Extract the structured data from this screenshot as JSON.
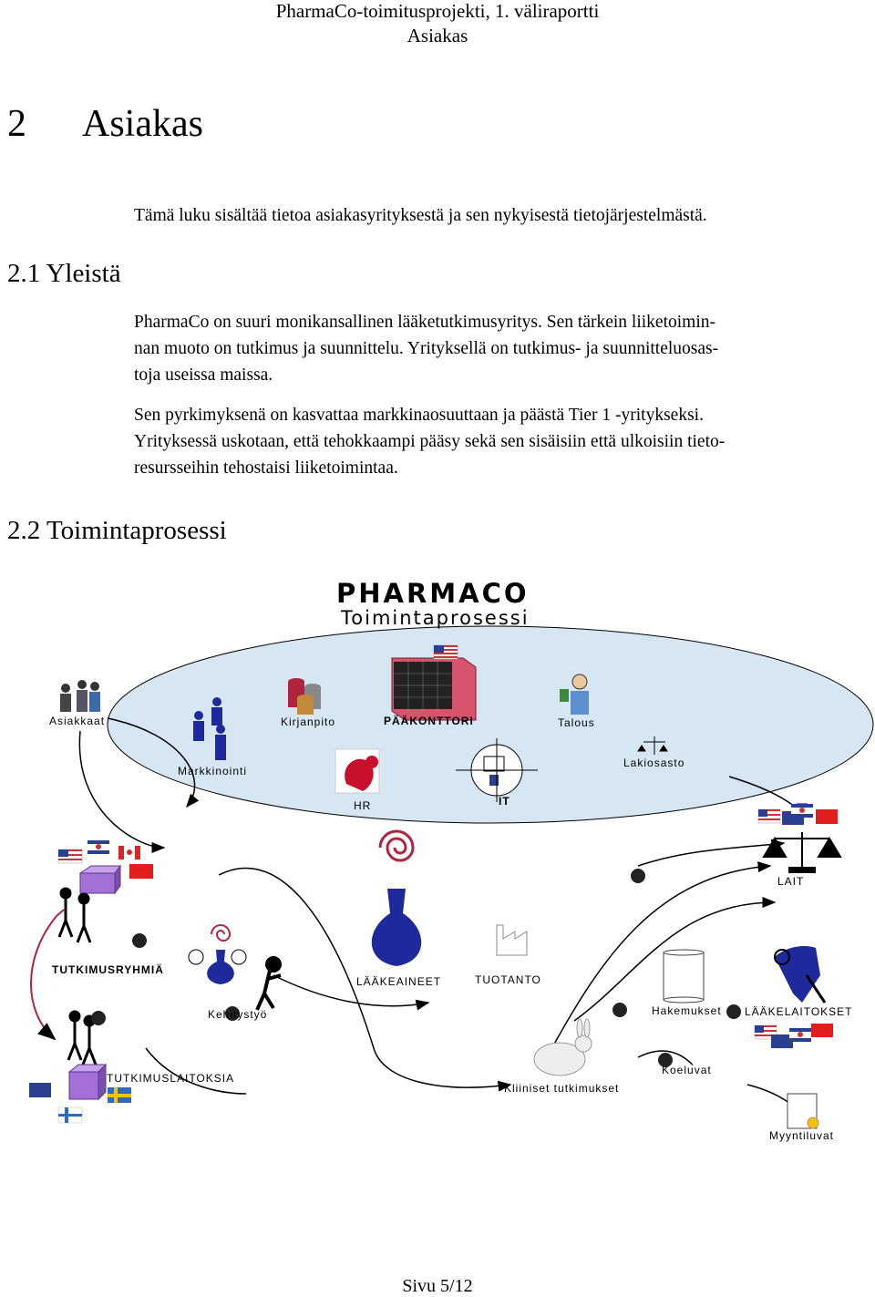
{
  "header": {
    "line1": "PharmaCo-toimitusprojekti, 1. väliraportti",
    "line2": "Asiakas"
  },
  "chapter": {
    "number": "2",
    "title": "Asiakas"
  },
  "intro": "Tämä luku sisältää tietoa asiakasyrityksestä ja sen nykyisestä tietojärjestelmästä.",
  "section1": {
    "number": "2.1",
    "title": "Yleistä",
    "para1_lines": [
      "PharmaCo on suuri monikansallinen lääketutkimusyritys. Sen tärkein liiketoimin-",
      "nan muoto on tutkimus ja suunnittelu. Yrityksellä on tutkimus- ja suunnitteluosas-",
      "toja useissa maissa."
    ],
    "para2_lines": [
      "Sen pyrkimyksenä on kasvattaa markkinaosuuttaan ja päästä Tier 1 -yritykseksi.",
      "Yrityksessä uskotaan, että tehokkaampi pääsy sekä sen sisäisiin että ulkoisiin tieto-",
      "resursseihin tehostaisi liiketoimintaa."
    ]
  },
  "section2": {
    "number": "2.2",
    "title": "Toimintaprosessi"
  },
  "diagram": {
    "title": "PHARMACO",
    "subtitle": "Toimintaprosessi",
    "labels": {
      "asiakkaat": "Asiakkaat",
      "kirjanpito": "Kirjanpito",
      "paakonttori": "PÄÄKONTTORI",
      "talous": "Talous",
      "markkinointi": "Markkinointi",
      "lakiosasto": "Lakiosasto",
      "hr": "HR",
      "it": "IT",
      "lait": "LAIT",
      "tutkimusryhmia": "TUTKIMUSRYHMIÄ",
      "laakeaineet": "LÄÄKEAINEET",
      "tuotanto": "TUOTANTO",
      "kehitystyo": "Kehitystyö",
      "hakemukset": "Hakemukset",
      "laakelaitokset": "LÄÄKELAITOKSET",
      "tutkimuslaitoksia": "TUTKIMUSLAITOKSIA",
      "kliiniset": "Kliiniset tutkimukset",
      "koeluvat": "Koeluvat",
      "myyntiluvat": "Myyntiluvat"
    },
    "colors": {
      "ellipse": "#d6e6f3",
      "pipe": "#1e2a9c",
      "building": "#d8536c",
      "cube": "#a46fd6",
      "bomb": "#222222"
    }
  },
  "footer": "Sivu 5/12"
}
